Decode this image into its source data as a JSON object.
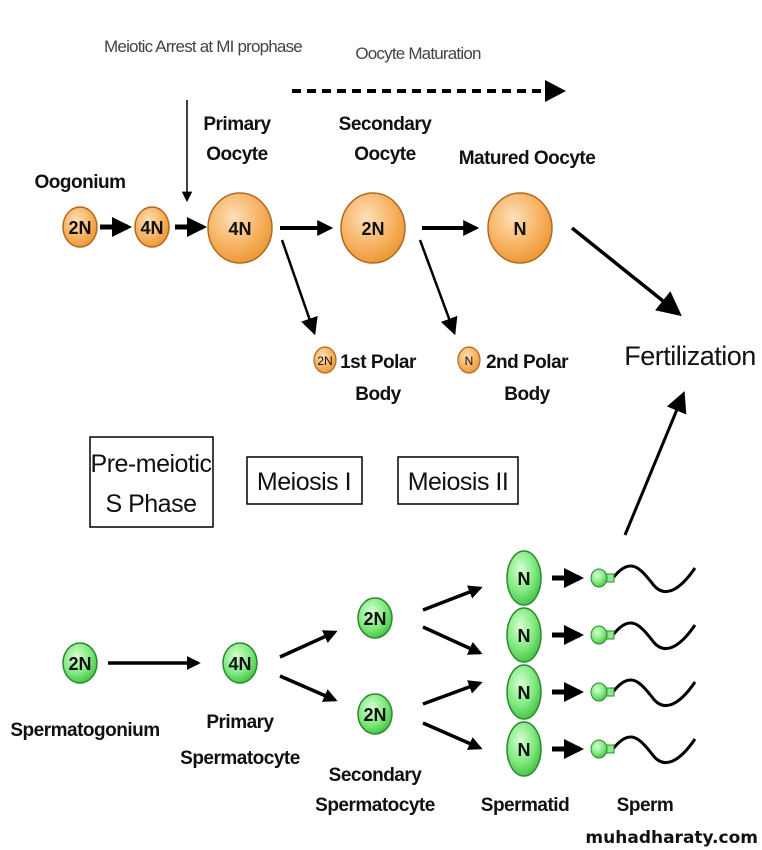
{
  "diagram": {
    "top_annotations": {
      "arrest": "Meiotic Arrest at MI prophase",
      "maturation": "Oocyte Maturation"
    },
    "oogenesis": {
      "oogonium_label": "Oogonium",
      "oogonium_ploidy": "2N",
      "replicated_ploidy": "4N",
      "primary_label_1": "Primary",
      "primary_label_2": "Oocyte",
      "primary_ploidy": "4N",
      "secondary_label_1": "Secondary",
      "secondary_label_2": "Oocyte",
      "secondary_ploidy": "2N",
      "matured_label": "Matured Oocyte",
      "matured_ploidy": "N",
      "polar1_ploidy": "2N",
      "polar1_label_1": "1st Polar",
      "polar1_label_2": "Body",
      "polar2_ploidy": "N",
      "polar2_label_1": "2nd Polar",
      "polar2_label_2": "Body"
    },
    "fertilization": "Fertilization",
    "phases": {
      "premeiotic_1": "Pre-meiotic",
      "premeiotic_2": "S Phase",
      "meiosis1": "Meiosis I",
      "meiosis2": "Meiosis II"
    },
    "spermatogenesis": {
      "spermatogonium_ploidy": "2N",
      "spermatogonium_label": "Spermatogonium",
      "primary_ploidy": "4N",
      "primary_label_1": "Primary",
      "primary_label_2": "Spermatocyte",
      "secondary_ploidy": [
        "2N",
        "2N"
      ],
      "secondary_label_1": "Secondary",
      "secondary_label_2": "Spermatocyte",
      "spermatid_ploidy": [
        "N",
        "N",
        "N",
        "N"
      ],
      "spermatid_label": "Spermatid",
      "sperm_label": "Sperm"
    },
    "colors": {
      "oocyte": "#f7b262",
      "sperm_cells": "#7ee87e"
    }
  },
  "watermark": "muhadharaty.com"
}
